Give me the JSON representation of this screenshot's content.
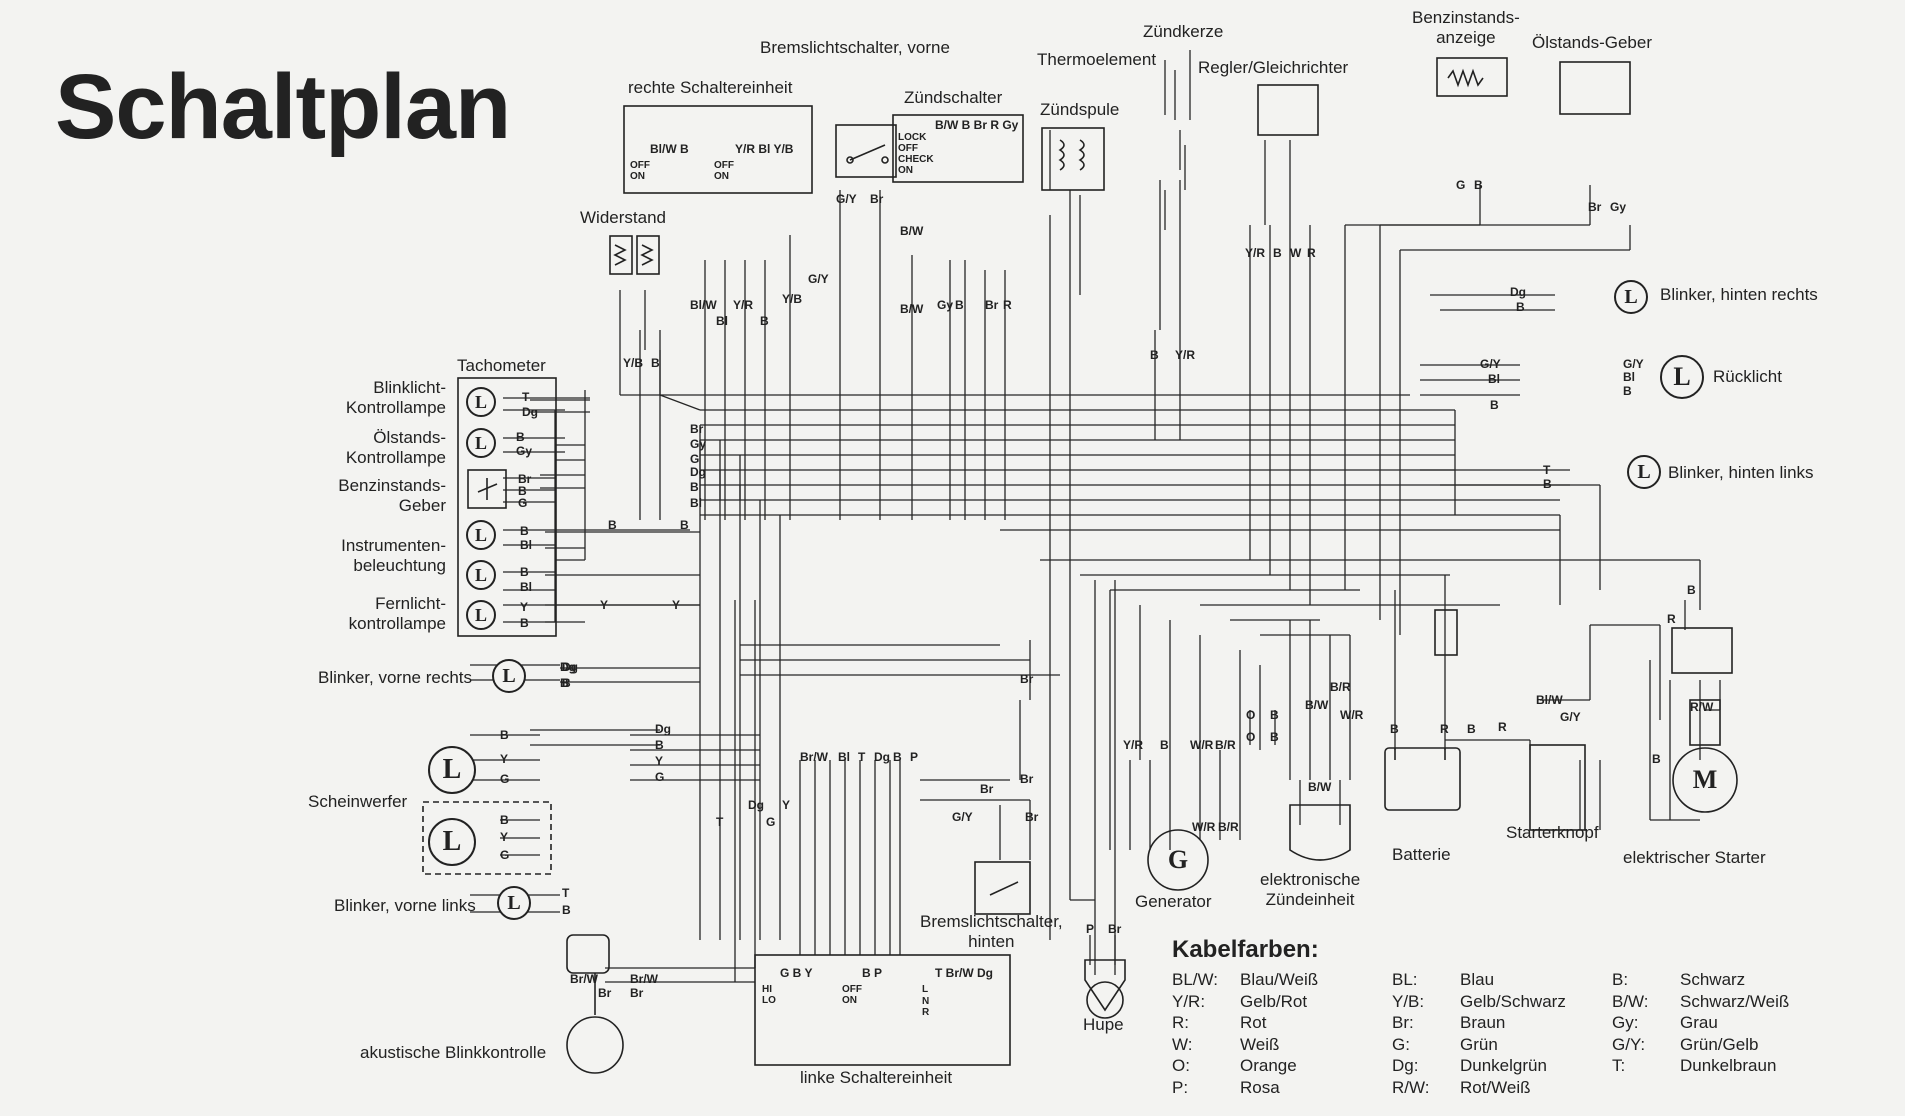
{
  "title": "Schaltplan",
  "labels": {
    "rechte_schaltereinheit": "rechte Schaltereinheit",
    "bremslichtschalter_vorne": "Bremslichtschalter, vorne",
    "zuendschalter": "Zündschalter",
    "thermoelement": "Thermoelement",
    "zuendkerze": "Zündkerze",
    "zuendspule": "Zündspule",
    "regler": "Regler/Gleichrichter",
    "benzinstandsanzeige": "Benzinstands-\nanzeige",
    "oelstands_geber": "Ölstands-Geber",
    "widerstand": "Widerstand",
    "tachometer": "Tachometer",
    "blinklicht_kontrollampe": "Blinklicht-\nKontrollampe",
    "oelstands_kontrollampe": "Ölstands-\nKontrollampe",
    "benzinstands_geber": "Benzinstands-\nGeber",
    "instrumentenbeleuchtung": "Instrumenten-\nbeleuchtung",
    "fernlichtkontrollampe": "Fernlicht-\nkontrollampe",
    "blinker_vorne_rechts": "Blinker, vorne rechts",
    "scheinwerfer": "Scheinwerfer",
    "blinker_vorne_links": "Blinker, vorne links",
    "akustische_blinkkontrolle": "akustische Blinkkontrolle",
    "linke_schaltereinheit": "linke Schaltereinheit",
    "bremslichtschalter_hinten": "Bremslichtschalter,\nhinten",
    "hupe": "Hupe",
    "generator": "Generator",
    "elektronische_zuendeinheit": "elektronische\nZündeinheit",
    "batterie": "Batterie",
    "starterknopf": "Starterknopf",
    "elektrischer_starter": "elektrischer Starter",
    "blinker_hinten_rechts": "Blinker, hinten rechts",
    "ruecklicht": "Rücklicht",
    "blinker_hinten_links": "Blinker, hinten links"
  },
  "symbols": {
    "lamp": "L",
    "generator": "G",
    "motor": "M"
  },
  "switch_tables": {
    "rechte_a_head": "Bl/W B",
    "rechte_a_rows": "OFF\nON",
    "rechte_b_head": "Y/R Bl Y/B",
    "rechte_b_rows": "OFF\nON",
    "zuend_head": "B/W B Br R Gy",
    "zuend_rows": "LOCK\nOFF\nCHECK\nON",
    "links_a_head": "G B Y",
    "links_a_rows": "HI\nLO",
    "links_b_head": "B P",
    "links_b_rows": "OFF\nON",
    "links_c_head": "T Br/W Dg",
    "links_c_rows": "L\nN\nR"
  },
  "wire_codes": {
    "c1": "T",
    "c2": "Dg",
    "c3": "B",
    "c4": "Gy",
    "c5": "Br",
    "c6": "B",
    "c7": "G",
    "c8": "B",
    "c9": "Bl",
    "c10": "B",
    "c11": "Bl",
    "c12": "Y",
    "c13": "B",
    "c14": "B",
    "c15": "B",
    "c16": "Y",
    "c17": "Y",
    "c18": "Dg",
    "c19": "B",
    "c20": "Br",
    "c21": "Gy",
    "c22": "Dg",
    "c23": "G",
    "c24": "B",
    "c25": "Bl",
    "c26": "Y/B",
    "c27": "B",
    "c28": "Bl/W",
    "c29": "Bl",
    "c30": "Y/R",
    "c31": "B",
    "c32": "Y/B",
    "c33": "G/Y",
    "c34": "Br",
    "c35": "G/Y",
    "c36": "B/W",
    "c37": "B/W",
    "c38": "Gy",
    "c39": "B",
    "c40": "Br",
    "c41": "R",
    "c42": "B",
    "c43": "Y/R",
    "c44": "Y/R",
    "c45": "B",
    "c46": "W",
    "c47": "R",
    "c48": "G",
    "c49": "B",
    "c50": "Br",
    "c51": "Gy",
    "c52": "Dg",
    "c53": "B",
    "c54": "G/Y",
    "c55": "Bl",
    "c56": "B",
    "c57": "G/Y",
    "c58": "Bl",
    "c59": "B",
    "c60": "T",
    "c61": "B",
    "c62": "B",
    "c63": "R",
    "c64": "B",
    "c65": "R",
    "c66": "Bl/W",
    "c67": "G/Y",
    "c68": "R/W",
    "c69": "B",
    "c70": "Dg",
    "c71": "B",
    "c72": "T",
    "c73": "B",
    "c74": "B",
    "c75": "Y",
    "c76": "G",
    "c77": "B",
    "c78": "Y",
    "c79": "G",
    "c80": "Dg",
    "c81": "B",
    "c82": "Y",
    "c83": "G",
    "c84": "Br/W",
    "c85": "Bl",
    "c86": "T",
    "c87": "Dg",
    "c88": "B",
    "c89": "P",
    "c90": "T",
    "c91": "Dg",
    "c92": "G",
    "c93": "Y",
    "c94": "Br/W",
    "c95": "Br",
    "c96": "Br/W",
    "c97": "Br",
    "c98": "Br",
    "c99": "Br",
    "c100": "G/Y",
    "c101": "Br",
    "c102": "Br",
    "c103": "P",
    "c104": "Br",
    "c105": "Y/R",
    "c106": "B",
    "c107": "W/R",
    "c108": "B/R",
    "c109": "W/R",
    "c110": "B/R",
    "c111": "O",
    "c112": "B",
    "c113": "B/W",
    "c114": "B/R",
    "c115": "W/R",
    "c116": "B/W",
    "c117": "O",
    "c118": "B",
    "c119": "R",
    "c120": "B"
  },
  "legend": {
    "title": "Kabelfarben:",
    "col1": [
      {
        "code": "BL/W:",
        "name": "Blau/Weiß"
      },
      {
        "code": "Y/R:",
        "name": "Gelb/Rot"
      },
      {
        "code": "R:",
        "name": "Rot"
      },
      {
        "code": "W:",
        "name": "Weiß"
      },
      {
        "code": "O:",
        "name": "Orange"
      },
      {
        "code": "P:",
        "name": "Rosa"
      }
    ],
    "col2": [
      {
        "code": "BL:",
        "name": "Blau"
      },
      {
        "code": "Y/B:",
        "name": "Gelb/Schwarz"
      },
      {
        "code": "Br:",
        "name": "Braun"
      },
      {
        "code": "G:",
        "name": "Grün"
      },
      {
        "code": "Dg:",
        "name": "Dunkelgrün"
      },
      {
        "code": "R/W:",
        "name": "Rot/Weiß"
      }
    ],
    "col3": [
      {
        "code": "B:",
        "name": "Schwarz"
      },
      {
        "code": "B/W:",
        "name": "Schwarz/Weiß"
      },
      {
        "code": "Gy:",
        "name": "Grau"
      },
      {
        "code": "G/Y:",
        "name": "Grün/Gelb"
      },
      {
        "code": "T:",
        "name": "Dunkelbraun"
      }
    ]
  }
}
